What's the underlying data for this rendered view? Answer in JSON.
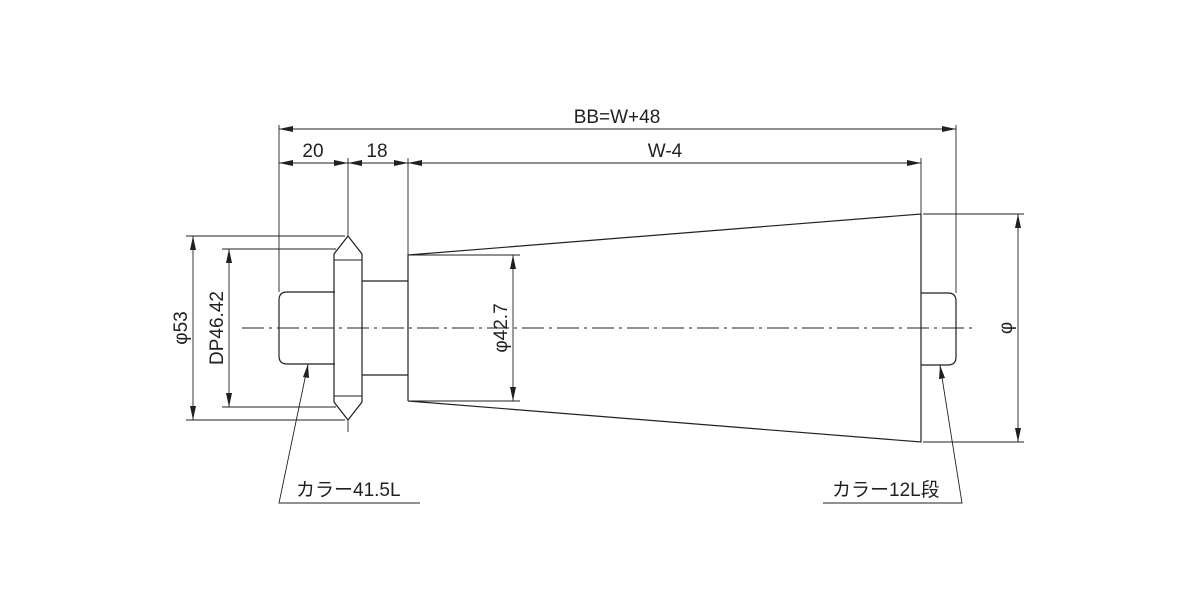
{
  "dimensions": {
    "overall": "BB=W+48",
    "collar_left": "20",
    "step": "18",
    "taper_length": "W-4",
    "outer_diameter": "φ53",
    "pitch_diameter": "DP46.42",
    "small_end_diameter": "φ42.7",
    "large_end_diameter": "φ"
  },
  "callouts": {
    "left_collar": "カラー41.5L",
    "right_collar": "カラー12L段"
  }
}
